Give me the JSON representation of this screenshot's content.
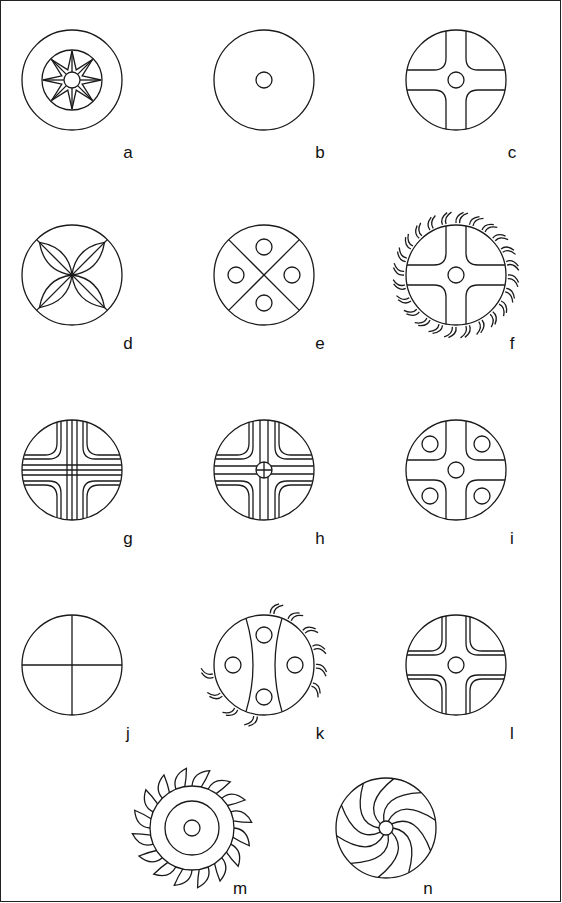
{
  "diagram": {
    "labels": [
      "a",
      "b",
      "c",
      "d",
      "e",
      "f",
      "g",
      "h",
      "i",
      "j",
      "k",
      "l",
      "m",
      "n"
    ]
  }
}
